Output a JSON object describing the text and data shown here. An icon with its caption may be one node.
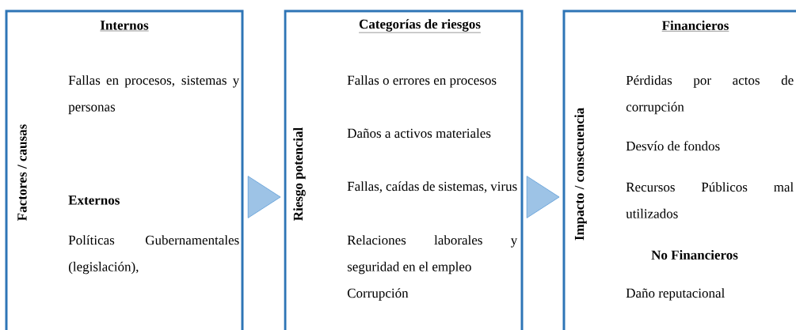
{
  "diagram": {
    "nodes": [
      {
        "text": [
          "Factores / causas",
          "Internos",
          "Fallas en procesos, sistemas y personas",
          "Externos",
          "Políticas Gubernamentales (legislación),"
        ]
      },
      {
        "text": [
          "Riesgo potencial",
          "Categorías de riesgos",
          "Fallas o errores en procesos",
          "Daños a activos materiales",
          "Fallas, caídas de sistemas, virus",
          "Relaciones laborales y seguridad en el empleo",
          "Corrupción"
        ]
      },
      {
        "text": [
          "Impacto / consecuencia",
          "Financieros",
          "Pérdidas por actos de corrupción",
          "Desvío de fondos",
          "Recursos Públicos mal utilizados",
          "No Financieros",
          "Daño reputacional"
        ]
      }
    ],
    "edges": [
      {
        "from": 0,
        "to": 1,
        "arrow": "to"
      },
      {
        "from": 1,
        "to": 2,
        "arrow": "to"
      }
    ]
  }
}
